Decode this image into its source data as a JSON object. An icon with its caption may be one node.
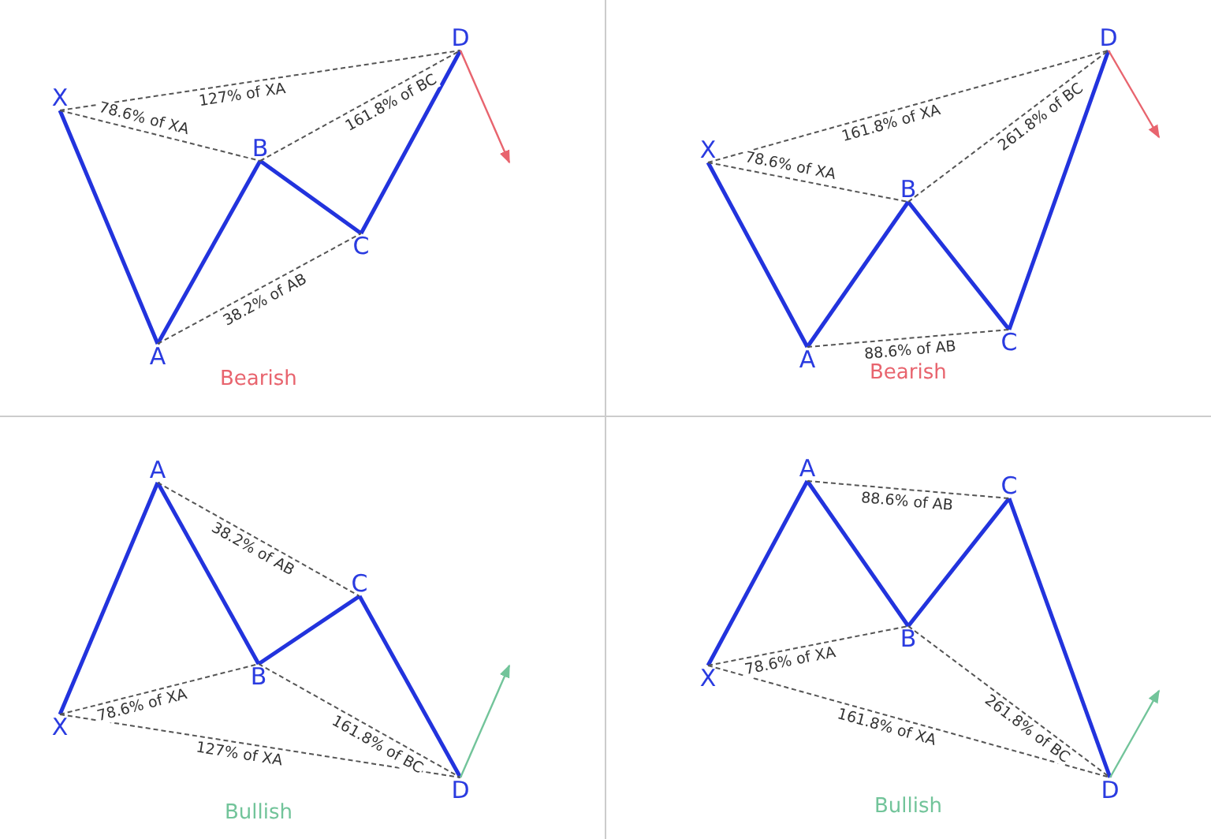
{
  "diagram": {
    "nodes": [
      {
        "text": [
          "X"
        ]
      },
      {
        "text": [
          "A"
        ]
      },
      {
        "text": [
          "B"
        ]
      },
      {
        "text": [
          "C"
        ]
      },
      {
        "text": [
          "D"
        ]
      },
      {
        "text": [
          "X"
        ]
      },
      {
        "text": [
          "A"
        ]
      },
      {
        "text": [
          "B"
        ]
      },
      {
        "text": [
          "C"
        ]
      },
      {
        "text": [
          "D"
        ]
      },
      {
        "text": [
          "X"
        ]
      },
      {
        "text": [
          "A"
        ]
      },
      {
        "text": [
          "B"
        ]
      },
      {
        "text": [
          "C"
        ]
      },
      {
        "text": [
          "D"
        ]
      },
      {
        "text": [
          "X"
        ]
      },
      {
        "text": [
          "A"
        ]
      },
      {
        "text": [
          "B"
        ]
      },
      {
        "text": [
          "C"
        ]
      },
      {
        "text": [
          "D"
        ]
      }
    ],
    "edges": [
      {
        "from": 0,
        "to": 1,
        "arrow": "none"
      },
      {
        "from": 1,
        "to": 2,
        "arrow": "none"
      },
      {
        "from": 2,
        "to": 3,
        "arrow": "none"
      },
      {
        "from": 3,
        "to": 4,
        "arrow": "none"
      },
      {
        "from": 0,
        "to": 2,
        "arrow": "none",
        "label": "78.6% of XA",
        "style": "dashed",
        "color": "#555555"
      },
      {
        "from": 1,
        "to": 3,
        "arrow": "none",
        "label": "38.2% of AB",
        "style": "dashed",
        "color": "#555555"
      },
      {
        "from": 2,
        "to": 4,
        "arrow": "none",
        "label": "161.8% of BC",
        "style": "dashed",
        "color": "#555555"
      },
      {
        "from": 0,
        "to": 4,
        "arrow": "none",
        "label": "127% of XA",
        "style": "dashed",
        "color": "#555555"
      },
      {
        "from": 4,
        "to": null,
        "arrow": "to",
        "color": "#e8646e"
      },
      {
        "from": 5,
        "to": 6,
        "arrow": "none"
      },
      {
        "from": 6,
        "to": 7,
        "arrow": "none"
      },
      {
        "from": 7,
        "to": 8,
        "arrow": "none"
      },
      {
        "from": 8,
        "to": 9,
        "arrow": "none"
      },
      {
        "from": 5,
        "to": 7,
        "arrow": "none",
        "label": "78.6% of XA",
        "style": "dashed",
        "color": "#555555"
      },
      {
        "from": 6,
        "to": 8,
        "arrow": "none",
        "label": "88.6% of AB",
        "style": "dashed",
        "color": "#555555"
      },
      {
        "from": 7,
        "to": 9,
        "arrow": "none",
        "label": "261.8% of BC",
        "style": "dashed",
        "color": "#555555"
      },
      {
        "from": 5,
        "to": 9,
        "arrow": "none",
        "label": "161.8% of XA",
        "style": "dashed",
        "color": "#555555"
      },
      {
        "from": 9,
        "to": null,
        "arrow": "to",
        "color": "#e8646e"
      },
      {
        "from": 10,
        "to": 11,
        "arrow": "none"
      },
      {
        "from": 11,
        "to": 12,
        "arrow": "none"
      },
      {
        "from": 12,
        "to": 13,
        "arrow": "none"
      },
      {
        "from": 13,
        "to": 14,
        "arrow": "none"
      },
      {
        "from": 10,
        "to": 12,
        "arrow": "none",
        "label": "78.6% of XA",
        "style": "dashed",
        "color": "#555555"
      },
      {
        "from": 11,
        "to": 13,
        "arrow": "none",
        "label": "38.2% of AB",
        "style": "dashed",
        "color": "#555555"
      },
      {
        "from": 12,
        "to": 14,
        "arrow": "none",
        "label": "161.8% of BC",
        "style": "dashed",
        "color": "#555555"
      },
      {
        "from": 10,
        "to": 14,
        "arrow": "none",
        "label": "127% of XA",
        "style": "dashed",
        "color": "#555555"
      },
      {
        "from": 14,
        "to": null,
        "arrow": "to",
        "color": "#72c49a"
      },
      {
        "from": 15,
        "to": 16,
        "arrow": "none"
      },
      {
        "from": 16,
        "to": 17,
        "arrow": "none"
      },
      {
        "from": 17,
        "to": 18,
        "arrow": "none"
      },
      {
        "from": 18,
        "to": 19,
        "arrow": "none"
      },
      {
        "from": 15,
        "to": 17,
        "arrow": "none",
        "label": "78.6% of XA",
        "style": "dashed",
        "color": "#555555"
      },
      {
        "from": 16,
        "to": 18,
        "arrow": "none",
        "label": "88.6% of AB",
        "style": "dashed",
        "color": "#555555"
      },
      {
        "from": 17,
        "to": 19,
        "arrow": "none",
        "label": "261.8% of BC",
        "style": "dashed",
        "color": "#555555"
      },
      {
        "from": 15,
        "to": 19,
        "arrow": "none",
        "label": "161.8% of XA",
        "style": "dashed",
        "color": "#555555"
      },
      {
        "from": 19,
        "to": null,
        "arrow": "to",
        "color": "#72c49a"
      }
    ],
    "labels": [
      "Bearish",
      "Bearish",
      "Bullish",
      "Bullish"
    ]
  }
}
